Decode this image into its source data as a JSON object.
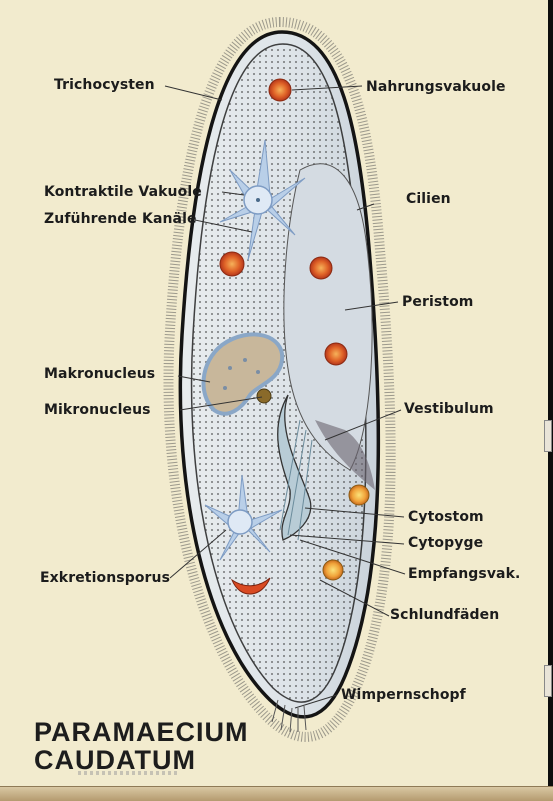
{
  "labels": {
    "trichocysten": "Trichocysten",
    "nahrungsvakuole": "Nahrungsvakuole",
    "kontraktile_vakuole": "Kontraktile Vakuole",
    "zufuehrende_kanaele": "Zuführende Kanäle",
    "cilien": "Cilien",
    "peristom": "Peristom",
    "makronucleus": "Makronucleus",
    "mikronucleus": "Mikronucleus",
    "vestibulum": "Vestibulum",
    "cytostom": "Cytostom",
    "cytopyge": "Cytopyge",
    "empfangsvak": "Empfangsvak.",
    "exkretionsporus": "Exkretionsporus",
    "schlundfaeden": "Schlundfäden",
    "wimpernschopf": "Wimpernschopf"
  },
  "title": {
    "line1": "PARAMAECIUM",
    "line2": "CAUDATUM"
  },
  "colors": {
    "paper": "#f2ebce",
    "cell_fill": "#e3e9ee",
    "membrane": "#1a1a1a",
    "vacuole_blue": "#a9c3df",
    "food_vacuole": "#d9582a",
    "nucleus": "#c9b9a0",
    "leader_line": "#333333"
  }
}
